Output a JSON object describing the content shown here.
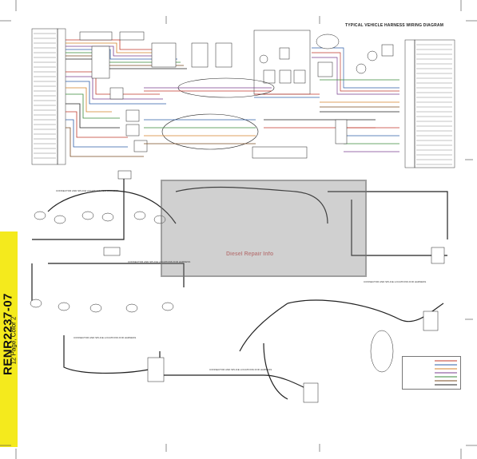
{
  "document": {
    "id": "RENR2237-07",
    "subtitle": "12 Page, Color 2",
    "diagram_title": "TYPICAL VEHICLE HARNESS WIRING DIAGRAM"
  },
  "callouts": {
    "connector_locations": "CONNECTOR AND SPLICE LOCATIONS FOR HARNESS"
  },
  "watermark": {
    "text": "Diesel Repair Info"
  },
  "colors": {
    "sidebar": "#f4ea1d",
    "wire_red": "#c0392b",
    "wire_blue": "#2e5fa8",
    "wire_orange": "#d4822a",
    "wire_purple": "#7a3f8f",
    "wire_green": "#3a8a3a",
    "wire_brown": "#7a4b22",
    "wire_black": "#222222"
  }
}
